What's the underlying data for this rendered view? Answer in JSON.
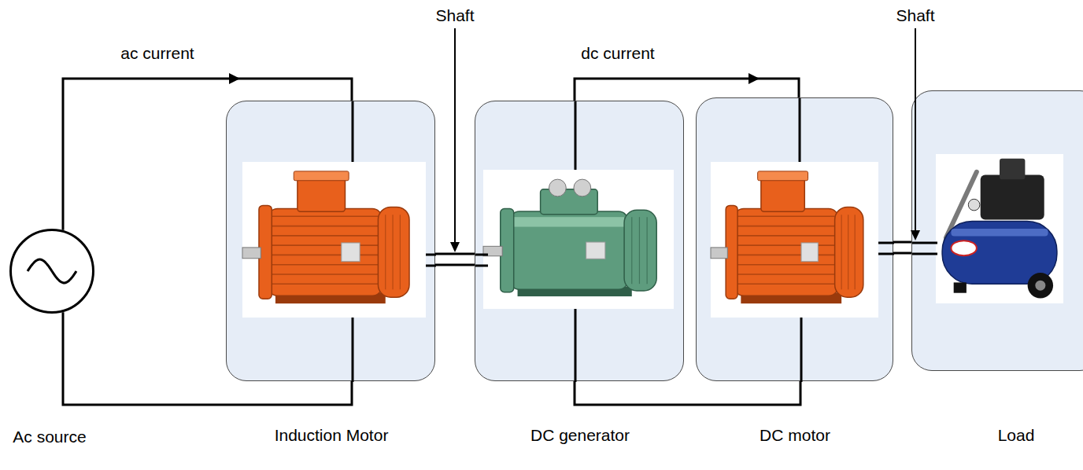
{
  "diagram": {
    "nodes": [
      {
        "text": [
          "Ac source"
        ]
      },
      {
        "text": [
          "Induction Motor"
        ]
      },
      {
        "text": [
          "DC generator"
        ]
      },
      {
        "text": [
          "DC motor"
        ]
      },
      {
        "text": [
          "Load"
        ]
      }
    ],
    "edges": [
      {
        "from": 0,
        "to": 1,
        "arrow": "to",
        "label": "ac current"
      },
      {
        "from": 0,
        "to": 1,
        "arrow": "none"
      },
      {
        "from": 1,
        "to": 2,
        "arrow": "none"
      },
      {
        "from": 2,
        "to": 3,
        "arrow": "to",
        "label": "dc current"
      },
      {
        "from": 2,
        "to": 3,
        "arrow": "none"
      },
      {
        "from": 3,
        "to": 4,
        "arrow": "none"
      }
    ],
    "labels": [
      "Shaft",
      "Shaft"
    ]
  }
}
